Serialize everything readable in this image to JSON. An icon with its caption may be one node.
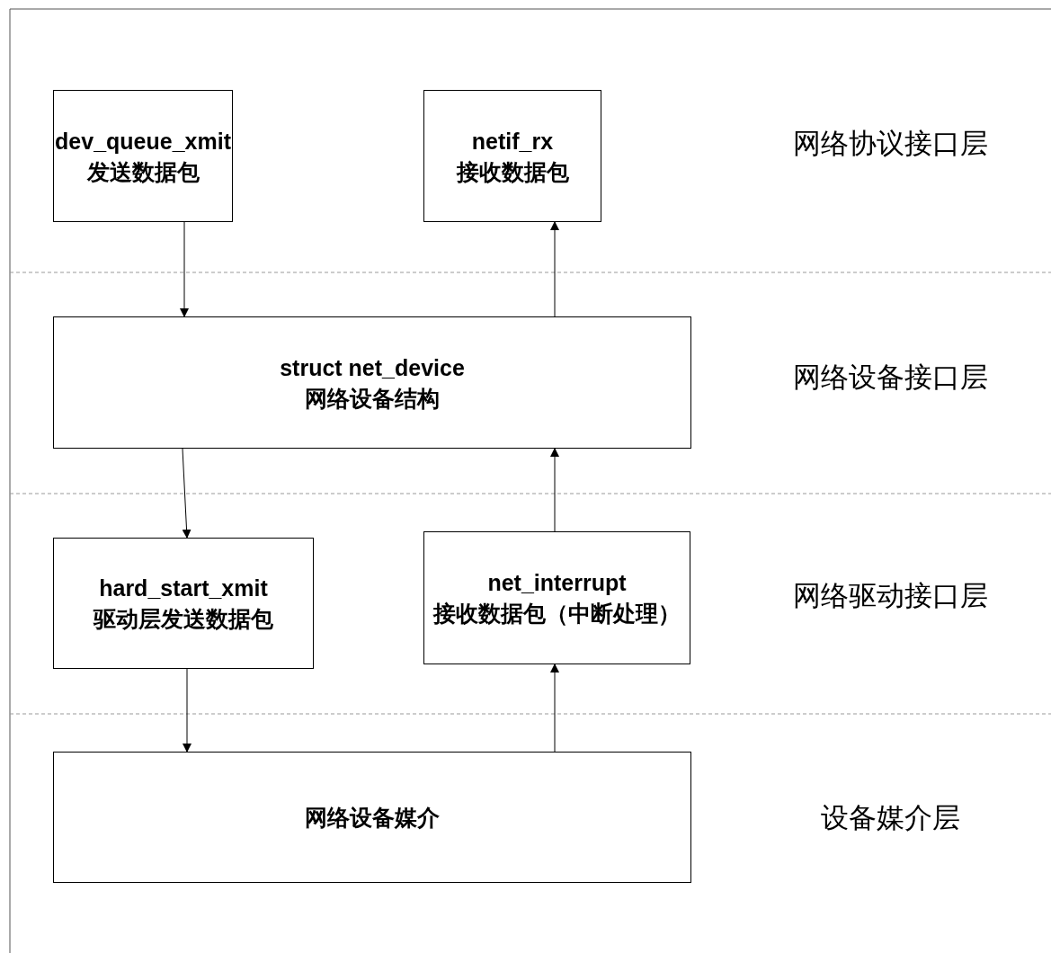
{
  "diagram": {
    "nodes": [
      {
        "text": [
          "dev_queue_xmit",
          "发送数据包"
        ]
      },
      {
        "text": [
          "netif_rx",
          "接收数据包"
        ]
      },
      {
        "text": [
          "struct net_device",
          "网络设备结构"
        ]
      },
      {
        "text": [
          "hard_start_xmit",
          "驱动层发送数据包"
        ]
      },
      {
        "text": [
          "net_interrupt",
          "接收数据包（中断处理）"
        ]
      },
      {
        "text": [
          "网络设备媒介"
        ]
      }
    ],
    "edges": [
      {
        "from": 0,
        "to": 2,
        "arrow": "to"
      },
      {
        "from": 2,
        "to": 1,
        "arrow": "to"
      },
      {
        "from": 2,
        "to": 3,
        "arrow": "to"
      },
      {
        "from": 4,
        "to": 2,
        "arrow": "to"
      },
      {
        "from": 3,
        "to": 5,
        "arrow": "to"
      },
      {
        "from": 5,
        "to": 4,
        "arrow": "to"
      }
    ],
    "labels": [
      "网络协议接口层",
      "网络设备接口层",
      "网络驱动接口层",
      "设备媒介层"
    ]
  }
}
